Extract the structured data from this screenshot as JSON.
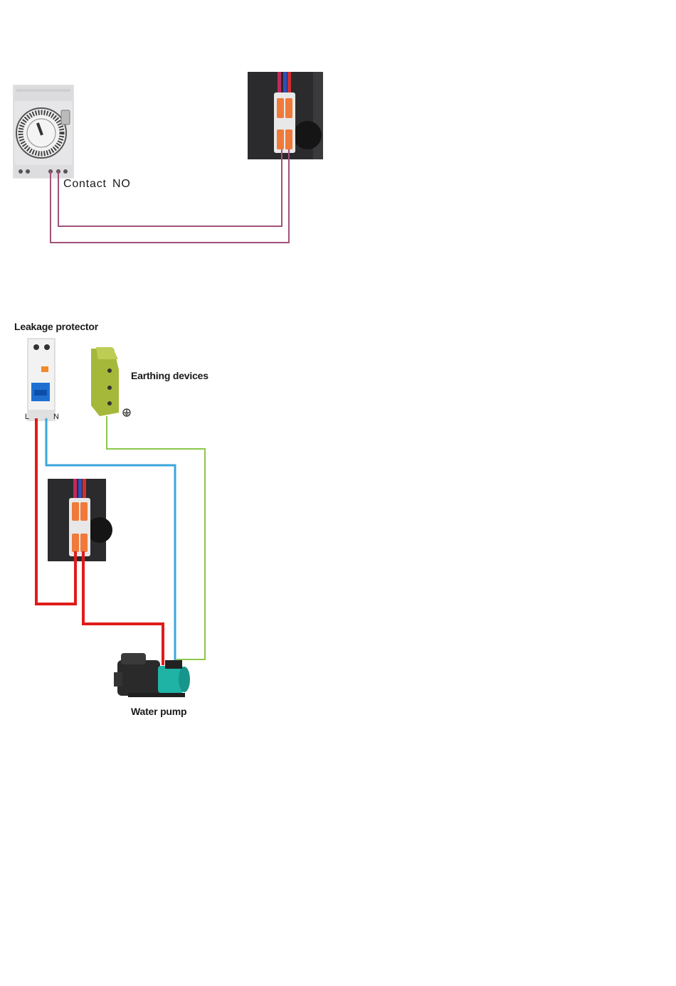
{
  "labels": {
    "contact_no": "Contact  NO",
    "leakage_protector": "Leakage protector",
    "earthing_devices": "Earthing devices",
    "water_pump": "Water pump",
    "terminal_l": "L",
    "terminal_n": "N"
  },
  "colors": {
    "control_wire": "#a0527a",
    "live_wire": "#e01b1b",
    "neutral_wire": "#3aa6dc",
    "earth_wire": "#8cc84b",
    "connector_orange": "#f07a3a",
    "pump_teal": "#1fb3a6",
    "earth_block": "#a5b83a"
  },
  "icons": {
    "timer": "din-rail-timer-switch",
    "connector_top": "lever-wire-connector",
    "connector_bottom": "lever-wire-connector",
    "leakage_protector": "rcbo-breaker",
    "earthing": "earth-terminal-block",
    "earth_symbol": "ground-symbol",
    "pump": "pool-water-pump"
  }
}
